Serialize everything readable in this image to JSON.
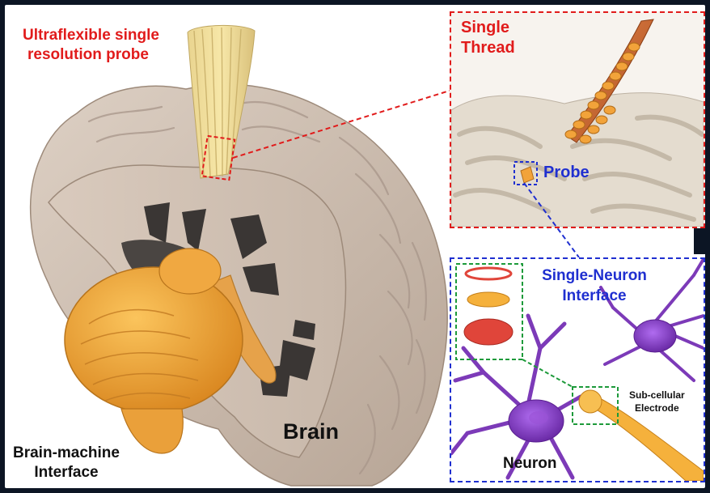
{
  "labels": {
    "probe_title_line1": "Ultraflexible single",
    "probe_title_line2": "resolution probe",
    "single_thread_line1": "Single",
    "single_thread_line2": "Thread",
    "probe": "Probe",
    "interface_line1": "Single-Neuron",
    "interface_line2": "Interface",
    "subcellular_line1": "Sub-cellular",
    "subcellular_line2": "Electrode",
    "neuron": "Neuron",
    "brain": "Brain",
    "bmi_line1": "Brain-machine",
    "bmi_line2": "Interface"
  },
  "colors": {
    "red_label": "#e11b1b",
    "blue_label": "#1f2fd0",
    "brain_tissue": "#cdbfb3",
    "cerebellum": "#f2a53a",
    "neuron": "#8a3fc4",
    "electrode": "#f5b13c",
    "thread": "#c8652e",
    "frame_background": "#0c1524"
  }
}
